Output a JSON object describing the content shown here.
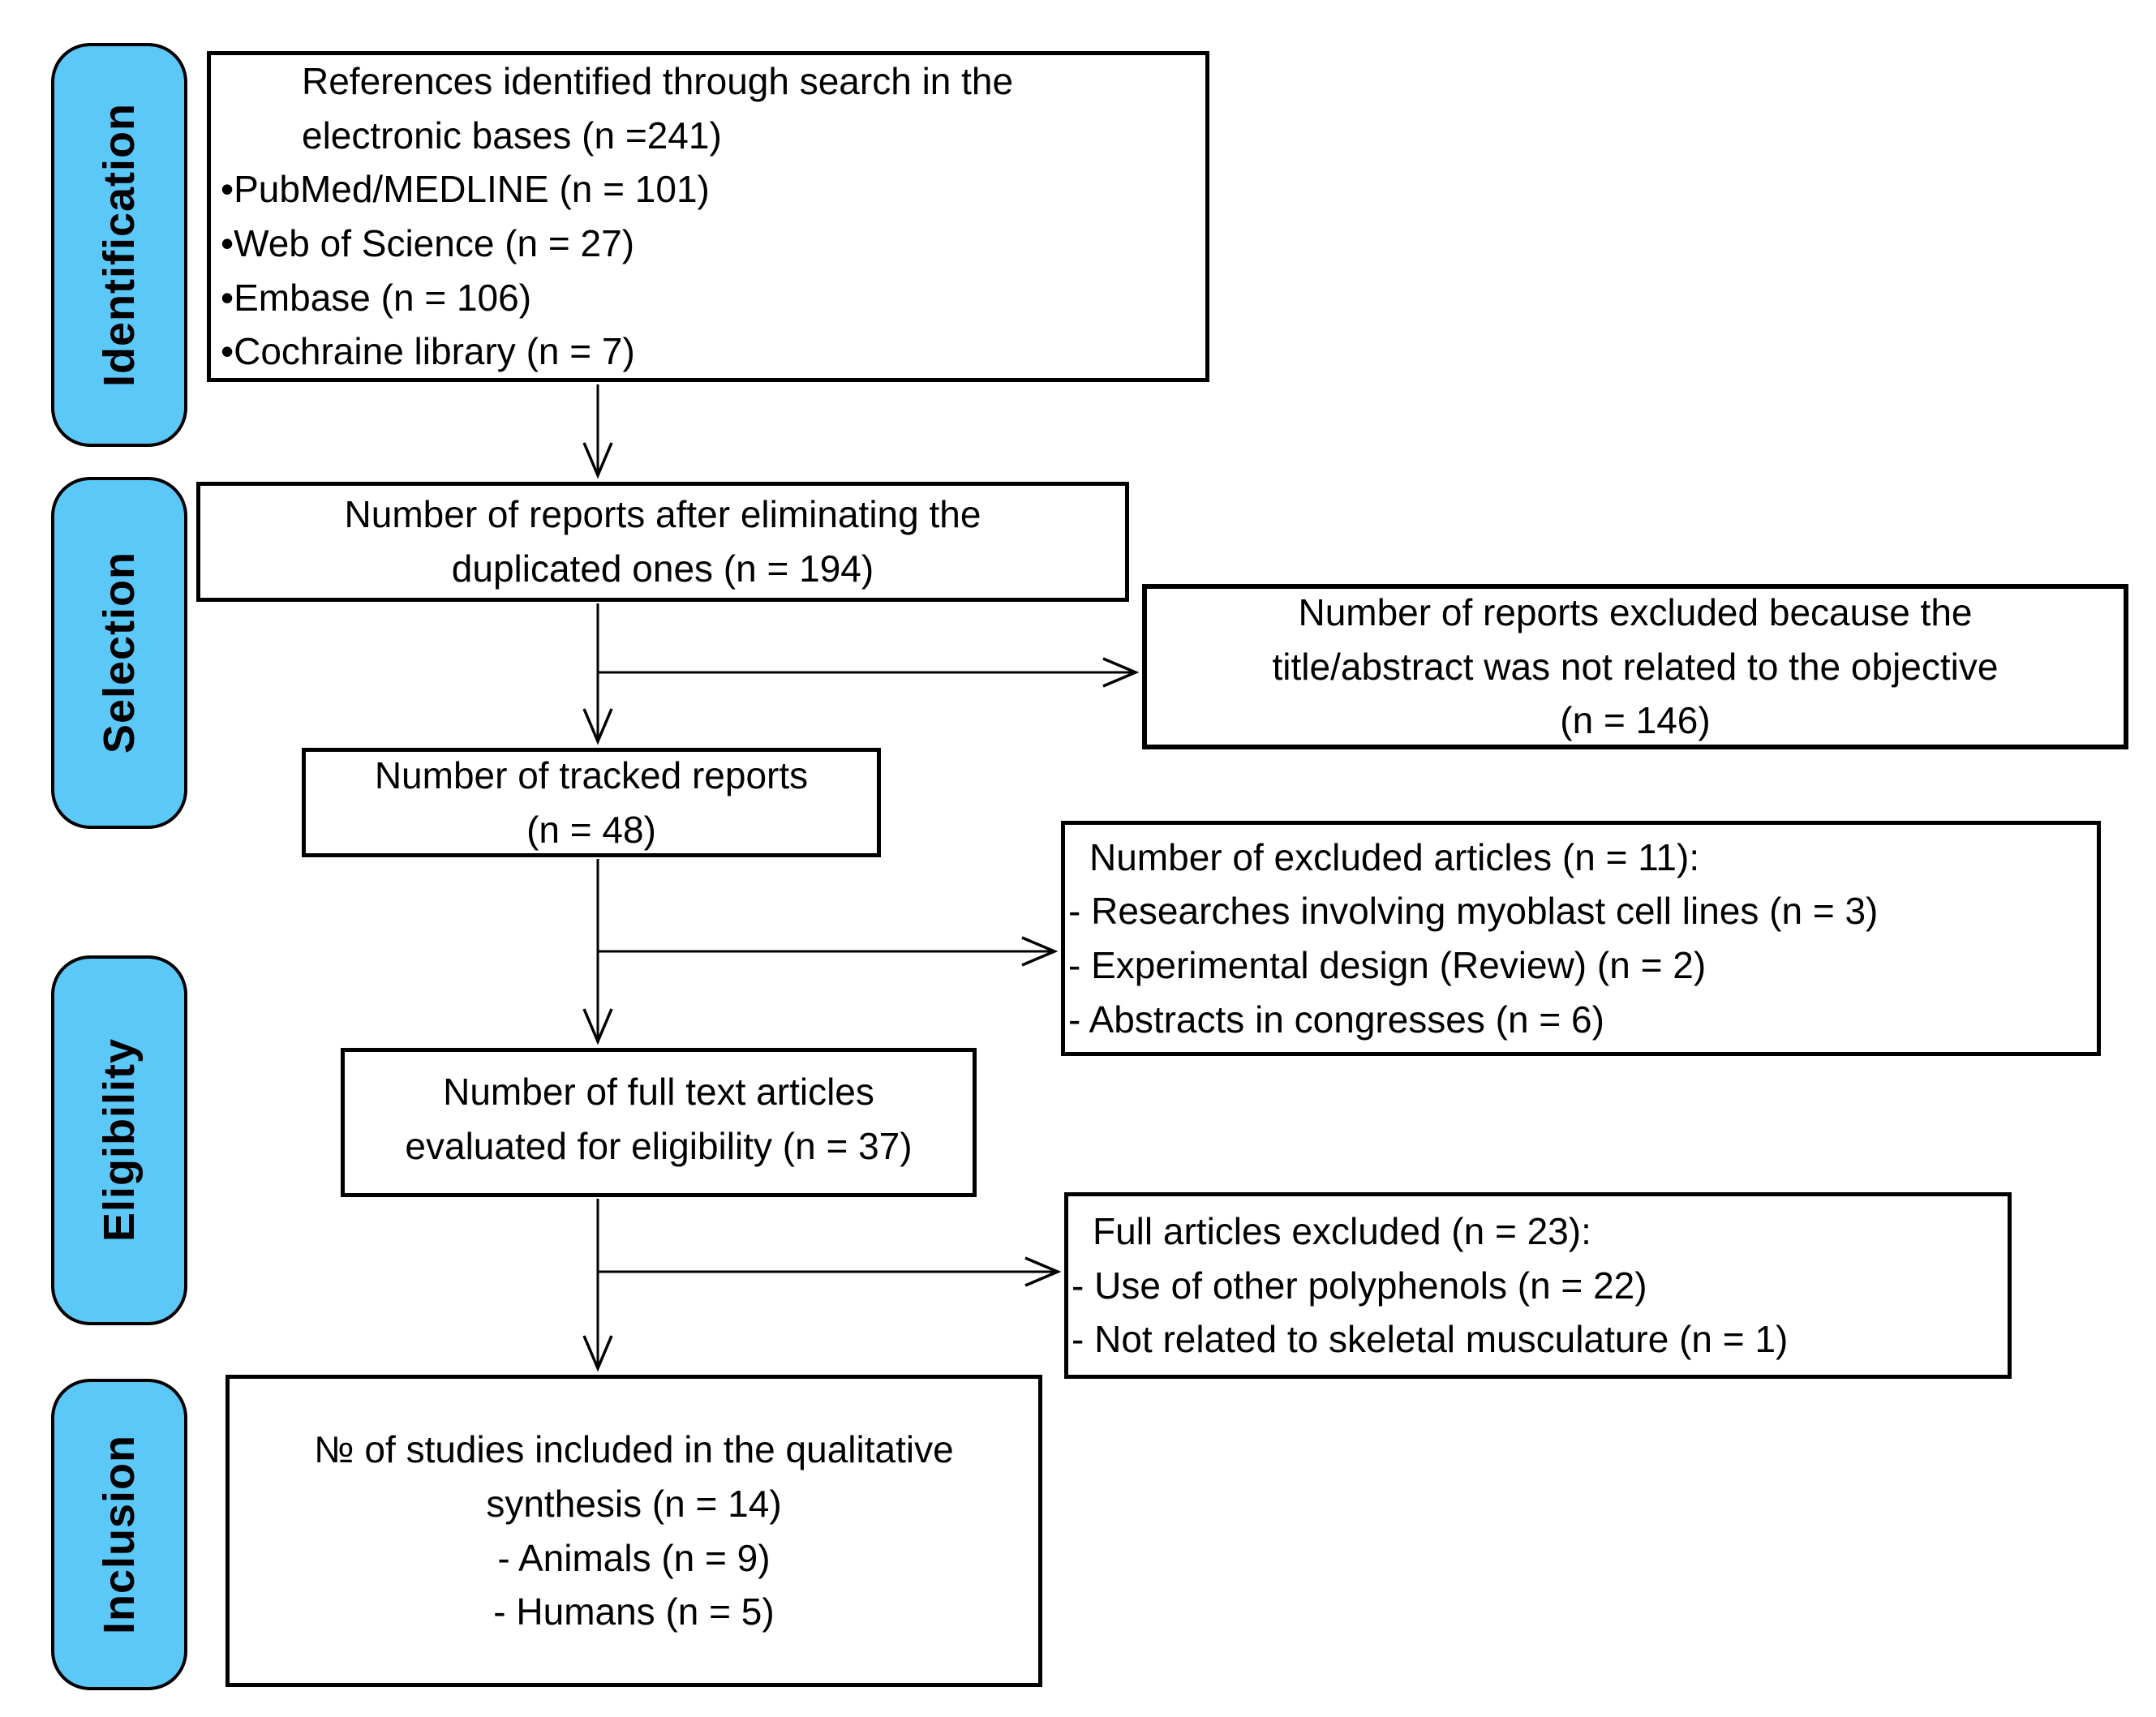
{
  "colors": {
    "stage_fill": "#5BC8F8",
    "line": "#000000",
    "box_bg": "#FFFFFF"
  },
  "stages": [
    {
      "label": "Identification"
    },
    {
      "label": "Selection"
    },
    {
      "label": "Eligibility"
    },
    {
      "label": "Inclusion"
    }
  ],
  "boxes": {
    "identified": {
      "lines": [
        "References identified through search in the",
        "electronic bases (n =241)",
        "•PubMed/MEDLINE (n = 101)",
        "•Web of Science (n = 27)",
        "•Embase (n = 106)",
        "•Cochraine library (n = 7)"
      ]
    },
    "deduplicated": {
      "lines": [
        "Number of reports after eliminating the",
        "duplicated ones (n = 194)"
      ]
    },
    "excluded_title_abstract": {
      "lines": [
        "Number of reports excluded because the",
        "title/abstract was not related to the objective",
        "(n = 146)"
      ]
    },
    "tracked": {
      "lines": [
        "Number of tracked reports",
        "(n = 48)"
      ]
    },
    "excluded_articles": {
      "lines": [
        "Number of excluded articles (n = 11):",
        "- Researches involving myoblast cell lines (n = 3)",
        "- Experimental design (Review) (n = 2)",
        "- Abstracts in congresses (n = 6)"
      ]
    },
    "fulltext": {
      "lines": [
        "Number of full text articles",
        "evaluated for eligibility (n = 37)"
      ]
    },
    "full_excluded": {
      "lines": [
        "Full articles excluded (n = 23):",
        "- Use of other polyphenols (n = 22)",
        "- Not related to skeletal musculature (n = 1)"
      ]
    },
    "included": {
      "lines": [
        "№ of studies included in the qualitative",
        "synthesis (n = 14)",
        "- Animals (n = 9)",
        "- Humans (n = 5)"
      ]
    }
  }
}
